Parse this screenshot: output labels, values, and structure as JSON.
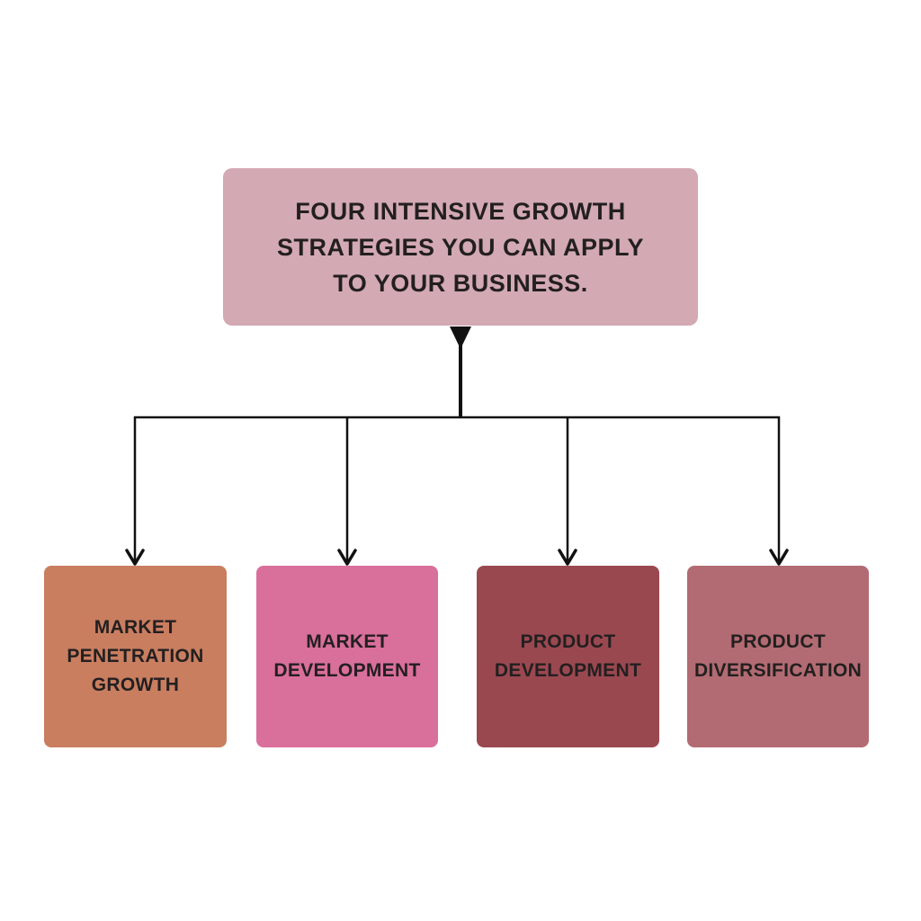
{
  "diagram": {
    "background": "#ffffff",
    "connector_color": "#111111",
    "text_color": "#231f20",
    "root": {
      "label": "FOUR INTENSIVE GROWTH STRATEGIES YOU CAN APPLY TO YOUR BUSINESS.",
      "lines": [
        "FOUR INTENSIVE GROWTH",
        "STRATEGIES YOU CAN APPLY",
        "TO YOUR BUSINESS."
      ],
      "bg": "#d3a9b3"
    },
    "children": [
      {
        "label": "MARKET PENETRATION GROWTH",
        "lines": [
          "MARKET",
          "PENETRATION",
          "GROWTH"
        ],
        "bg": "#c97e60"
      },
      {
        "label": "MARKET DEVELOPMENT",
        "lines": [
          "MARKET",
          "DEVELOPMENT"
        ],
        "bg": "#d96f9b"
      },
      {
        "label": "PRODUCT DEVELOPMENT",
        "lines": [
          "PRODUCT",
          "DEVELOPMENT"
        ],
        "bg": "#9a4850"
      },
      {
        "label": "PRODUCT DIVERSIFICATION",
        "lines": [
          "PRODUCT",
          "DIVERSIFICATION"
        ],
        "bg": "#b26b72"
      }
    ]
  }
}
